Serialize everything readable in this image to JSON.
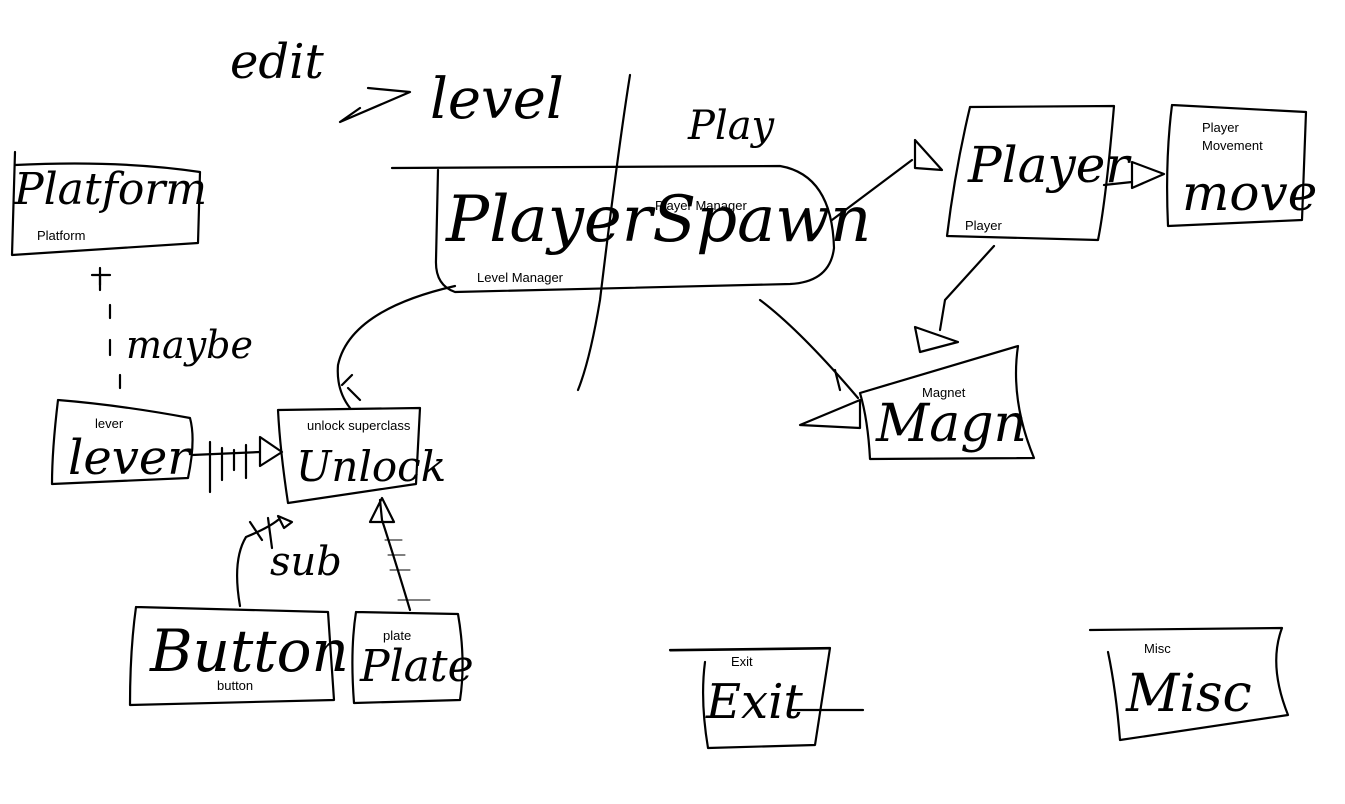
{
  "scribbles": {
    "edit": "edit",
    "level": "level",
    "play": "Play",
    "maybe": "maybe",
    "sub": "sub"
  },
  "nodes": {
    "platform": {
      "hand": "Platform",
      "label": "Platform"
    },
    "player_spawn": {
      "hand": "PlayerSpawn",
      "label_player": "Player Manager",
      "label_level": "Level Manager"
    },
    "player": {
      "hand": "Player",
      "label": "Player"
    },
    "move": {
      "hand": "move",
      "label": "Player\nMovement"
    },
    "magnet": {
      "hand": "Magn",
      "label": "Magnet"
    },
    "lever": {
      "hand": "lever",
      "label": "lever"
    },
    "unlock": {
      "hand": "Unlock",
      "label": "unlock superclass"
    },
    "button": {
      "hand": "Button",
      "label": "button"
    },
    "plate": {
      "hand": "Plate",
      "label": "plate"
    },
    "exit": {
      "hand": "Exit",
      "label": "Exit"
    },
    "misc": {
      "hand": "Misc",
      "label": "Misc"
    }
  }
}
